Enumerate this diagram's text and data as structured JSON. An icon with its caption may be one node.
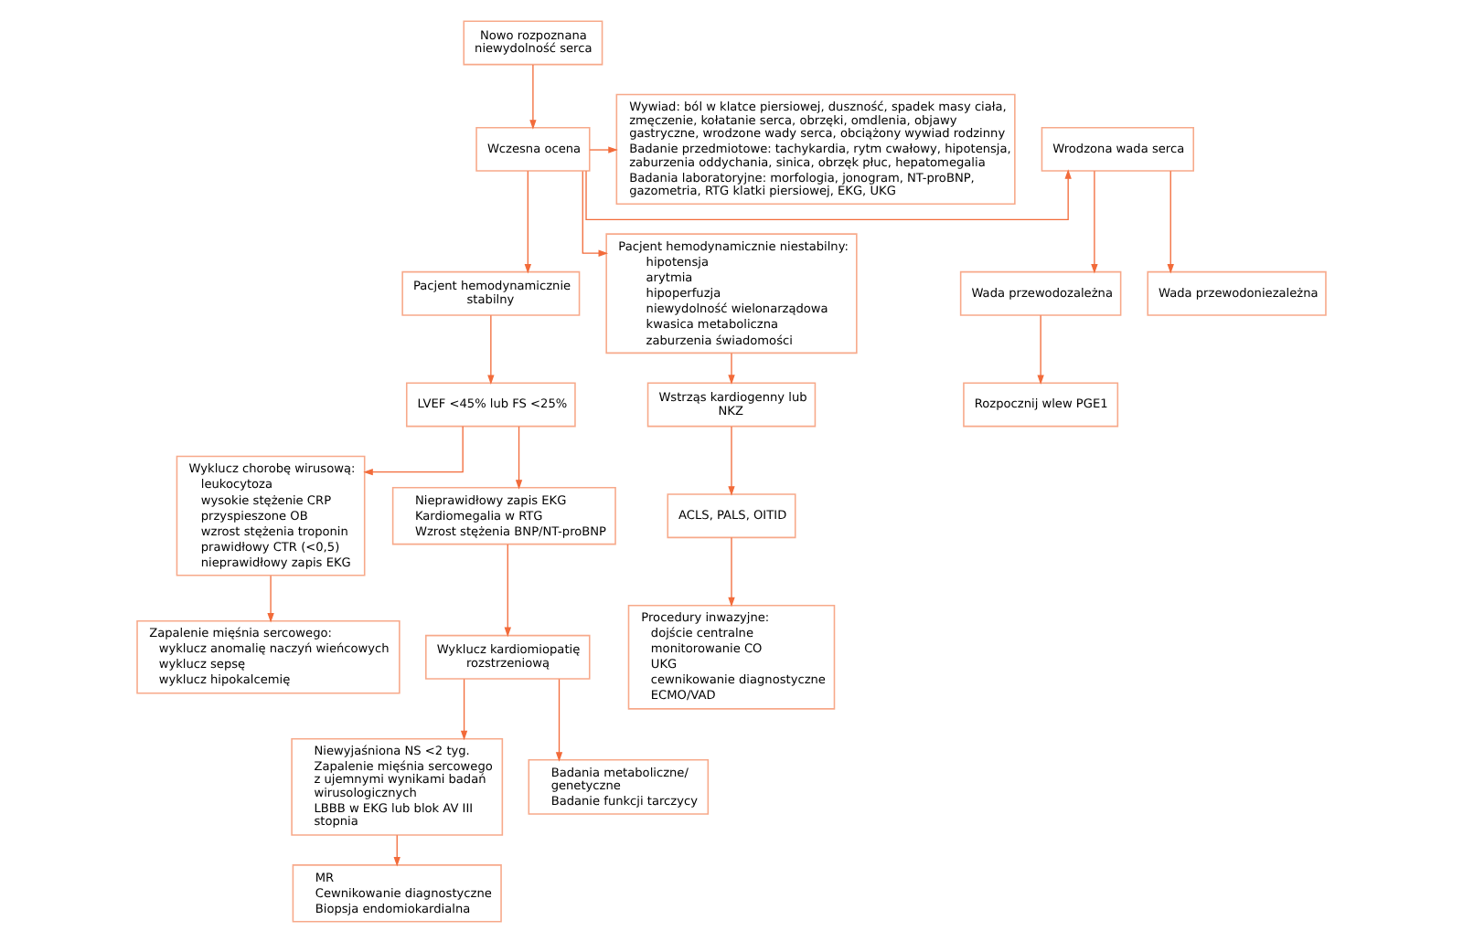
{
  "diagram": {
    "nodes": [
      {
        "text": [
          "Nowo rozpoznana niewydolność serca"
        ]
      },
      {
        "text": [
          "Wczesna ocena"
        ]
      },
      {
        "text": [
          "Wrodzona wada serca"
        ]
      },
      {
        "text": [
          "Wywiad: ból w klatce piersiowej, duszność, spadek masy ciała, zmęczenie, kołatanie serca, obrzęki, omdlenia, objawy gastryczne, wrodzone wady serca, obciążony wywiad rodzinny",
          "Badanie przedmiotowe: tachykardia, rytm cwałowy, hipotensja, zaburzenia oddychania, sinica, obrzęk płuc, hepatomegalia",
          "Badania laboratoryjne: morfologia, jonogram, NT-proBNP, gazometria, RTG klatki piersiowej, EKG, UKG"
        ]
      },
      {
        "text": [
          "Wada przewodozależna"
        ]
      },
      {
        "text": [
          "Wada przewodoniezależna"
        ]
      },
      {
        "text": [
          "Pacjent hemodynamicznie stabilny"
        ]
      },
      {
        "text": [
          "Rozpocznij wlew PGE1"
        ]
      },
      {
        "text": [
          "LVEF <45% lub FS <25%"
        ]
      },
      {
        "text": [
          "Pacjent hemodynamicznie niestabilny:",
          "hipotensja",
          "arytmia",
          "hipoperfuzja",
          "niewydolność wielonarządowa",
          "kwasica metaboliczna",
          "zaburzenia świadomości"
        ]
      },
      {
        "text": [
          "Wyklucz chorobę wirusową:",
          "leukocytoza",
          "wysokie stężenie CRP",
          "przyspieszone OB",
          "wzrost stężenia troponin",
          "prawidłowy CTR (<0,5)",
          "nieprawidłowy zapis EKG"
        ]
      },
      {
        "text": [
          "Nieprawidłowy zapis EKG",
          "Kardiomegalia w RTG",
          "Wzrost stężenia BNP/NT-proBNP"
        ]
      },
      {
        "text": [
          "Wyklucz kardiomiopatię rozstrzeniową"
        ]
      },
      {
        "text": [
          "Wstrząs kardiogenny lub NKZ"
        ]
      },
      {
        "text": [
          "Zapalenie mięśnia sercowego:",
          "wyklucz anomalię naczyń wieńcowych",
          "wyklucz sepsę",
          "wyklucz hipokalcemię"
        ]
      },
      {
        "text": [
          "Niewyjaśniona NS <2 tyg.",
          "Zapalenie mięśnia sercowego z ujemnymi wynikami badań wirusologicznych",
          "LBBB w EKG lub blok AV III stopnia"
        ]
      },
      {
        "text": [
          "Badania metaboliczne/ genetyczne",
          "Badanie funkcji tarczycy"
        ]
      },
      {
        "text": [
          "ACLS, PALS, OITID"
        ]
      },
      {
        "text": [
          "MR",
          "Cewnikowanie diagnostyczne",
          "Biopsja endomiokardialna"
        ]
      },
      {
        "text": [
          "Procedury inwazyjne:",
          "dojście centralne",
          "monitorowanie CO",
          "UKG",
          "cewnikowanie diagnostyczne",
          "ECMO/VAD"
        ]
      }
    ],
    "edges": [
      {
        "from": 0,
        "to": 1,
        "arrow": "to"
      },
      {
        "from": 1,
        "to": 2,
        "arrow": "to"
      },
      {
        "from": 1,
        "to": 3,
        "arrow": "to"
      },
      {
        "from": 1,
        "to": 6,
        "arrow": "to"
      },
      {
        "from": 1,
        "to": 9,
        "arrow": "to"
      },
      {
        "from": 2,
        "to": 4,
        "arrow": "to"
      },
      {
        "from": 2,
        "to": 5,
        "arrow": "to"
      },
      {
        "from": 4,
        "to": 7,
        "arrow": "to"
      },
      {
        "from": 6,
        "to": 8,
        "arrow": "to"
      },
      {
        "from": 8,
        "to": 10,
        "arrow": "to"
      },
      {
        "from": 8,
        "to": 11,
        "arrow": "to"
      },
      {
        "from": 10,
        "to": 14,
        "arrow": "to"
      },
      {
        "from": 11,
        "to": 12,
        "arrow": "to"
      },
      {
        "from": 12,
        "to": 15,
        "arrow": "to"
      },
      {
        "from": 12,
        "to": 16,
        "arrow": "to"
      },
      {
        "from": 15,
        "to": 18,
        "arrow": "to"
      },
      {
        "from": 9,
        "to": 13,
        "arrow": "to"
      },
      {
        "from": 13,
        "to": 17,
        "arrow": "to"
      },
      {
        "from": 17,
        "to": 19,
        "arrow": "to"
      }
    ]
  }
}
